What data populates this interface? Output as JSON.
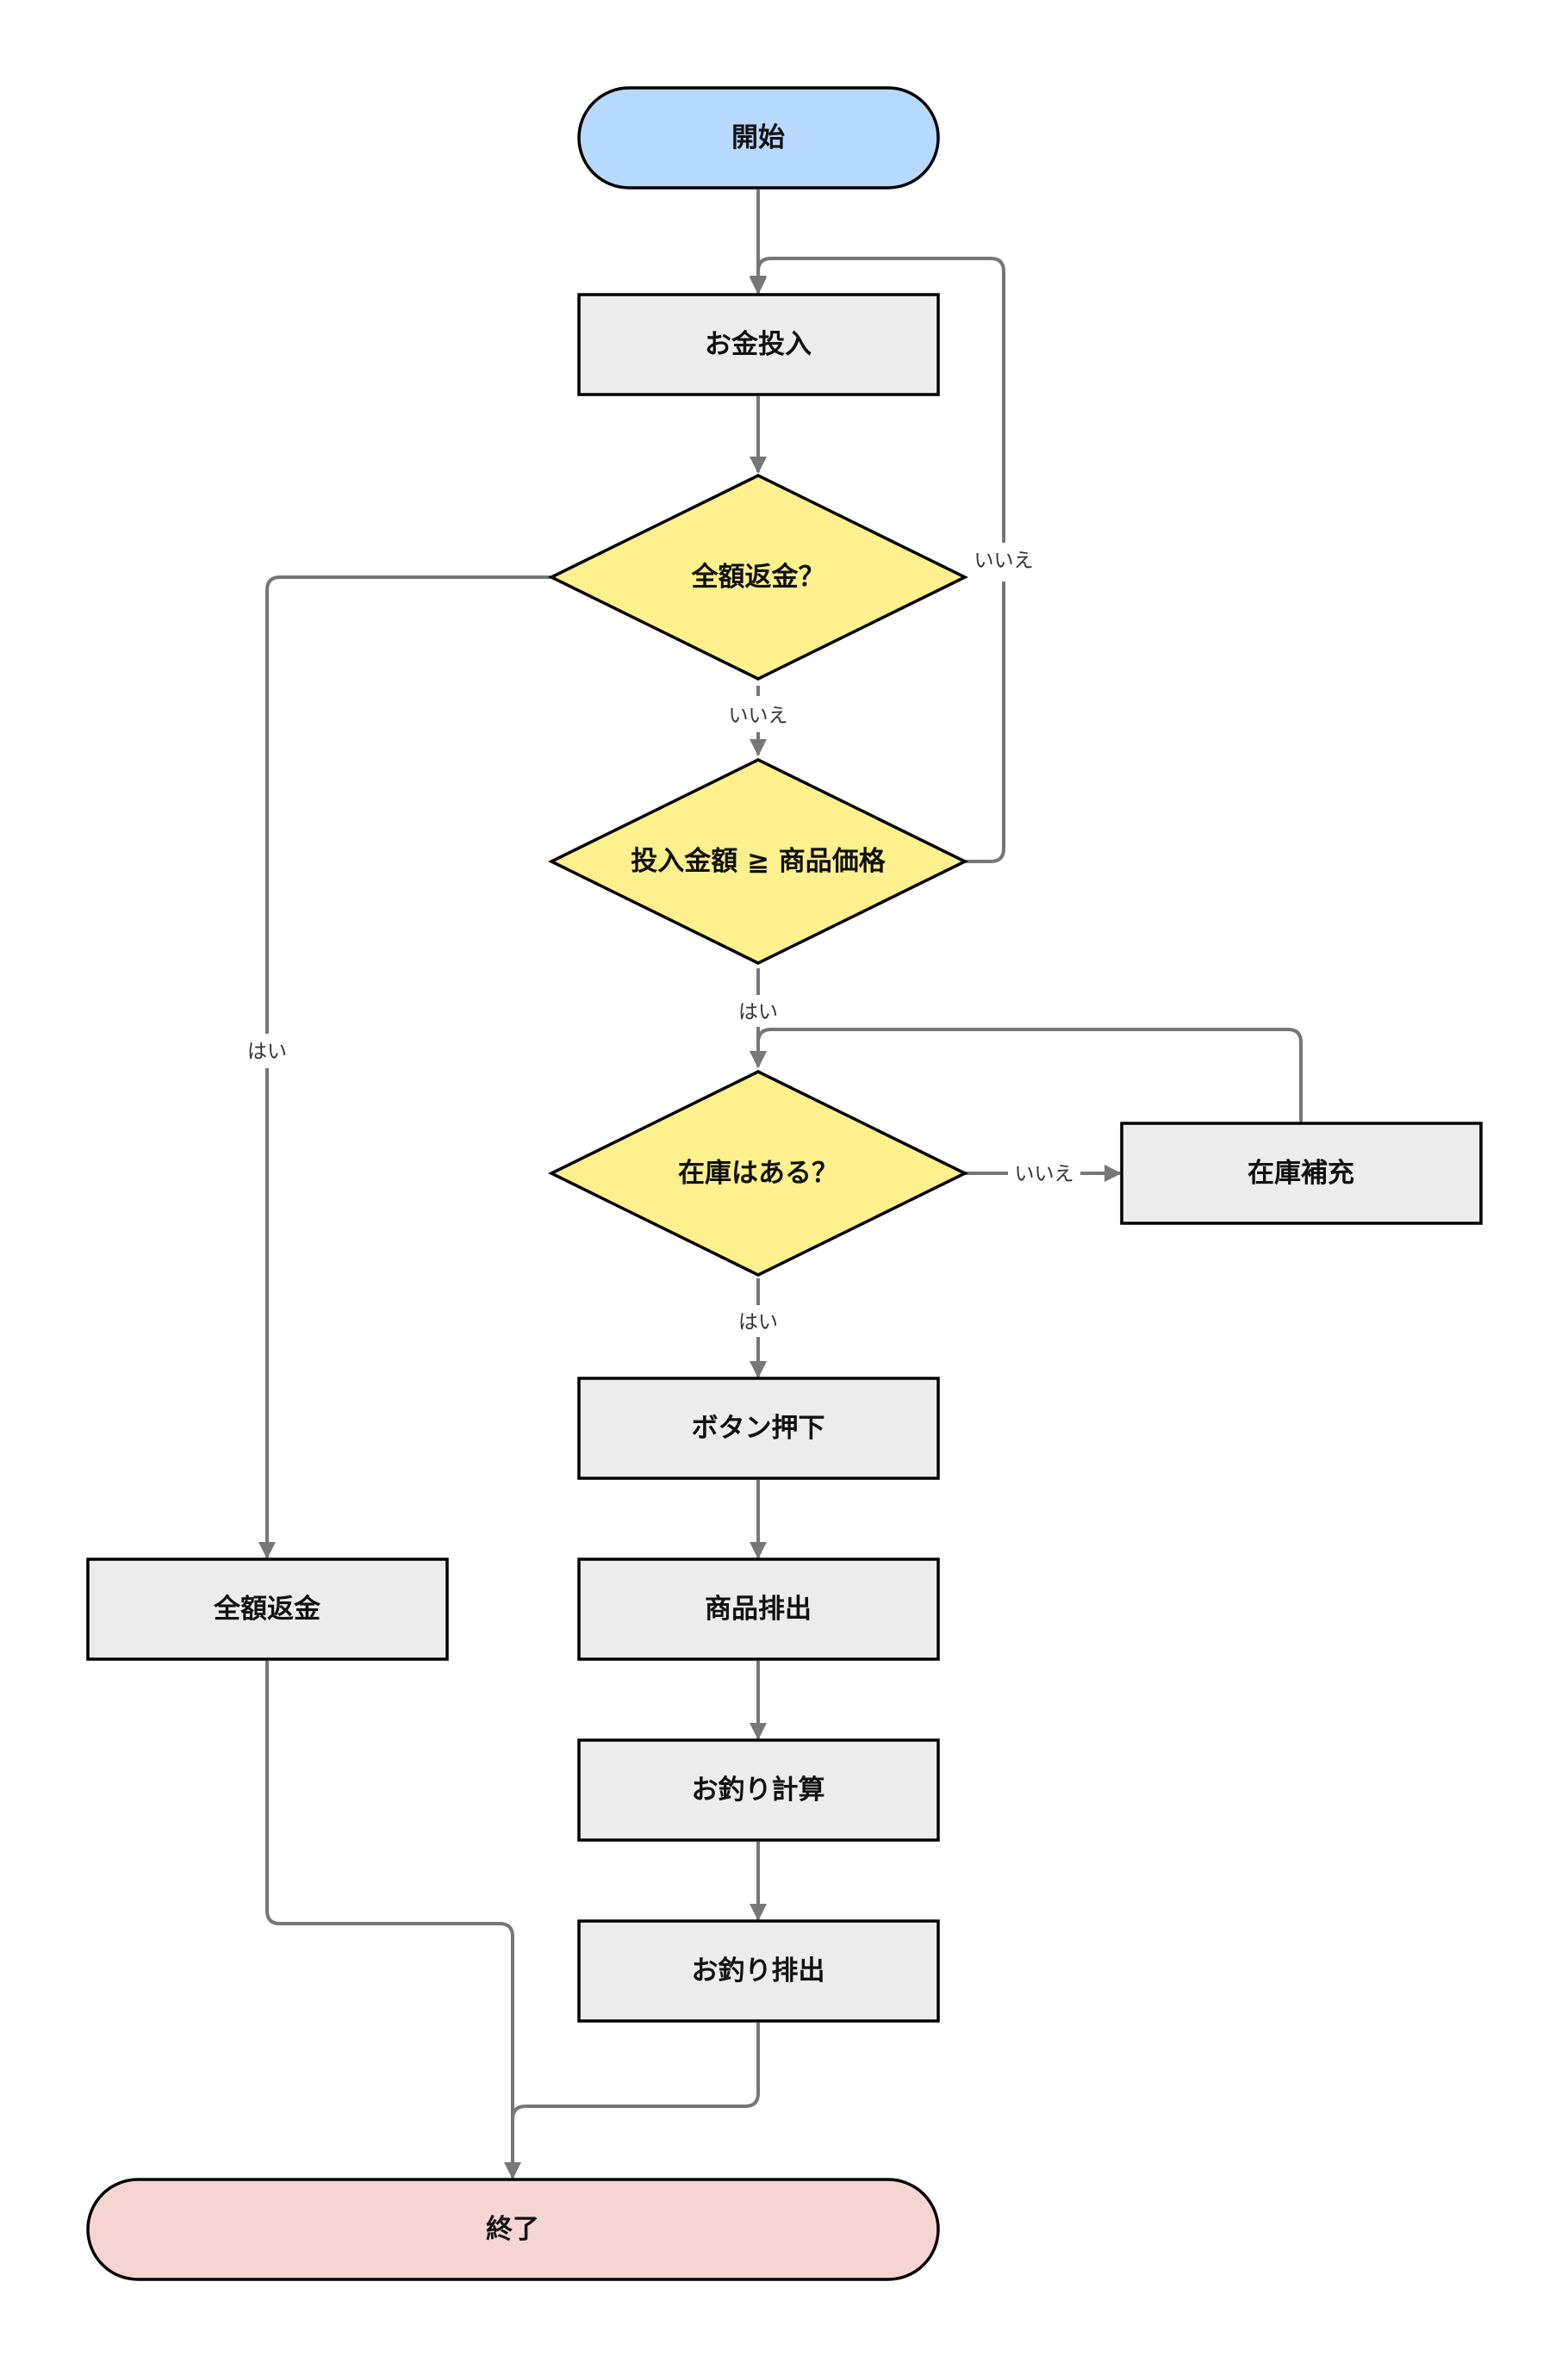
{
  "colors": {
    "start_fill": "#b7d9fd",
    "end_fill": "#f7d4d4",
    "process_fill": "#ececec",
    "decision_fill": "#fdf08d",
    "edge": "#777777",
    "border": "#000000"
  },
  "nodes": {
    "start": "開始",
    "insert_money": "お金投入",
    "refund_question": "全額返金？",
    "amount_check": "投入金額 ≧ 商品価格",
    "stock_check": "在庫はある？",
    "restock": "在庫補充",
    "press_button": "ボタン押下",
    "full_refund": "全額返金",
    "dispense_product": "商品排出",
    "calc_change": "お釣り計算",
    "dispense_change": "お釣り排出",
    "end": "終了"
  },
  "edge_labels": {
    "refund_no": "いいえ",
    "amount_no": "いいえ",
    "refund_yes": "はい",
    "amount_yes": "はい",
    "stock_no": "いいえ",
    "stock_yes": "はい"
  }
}
